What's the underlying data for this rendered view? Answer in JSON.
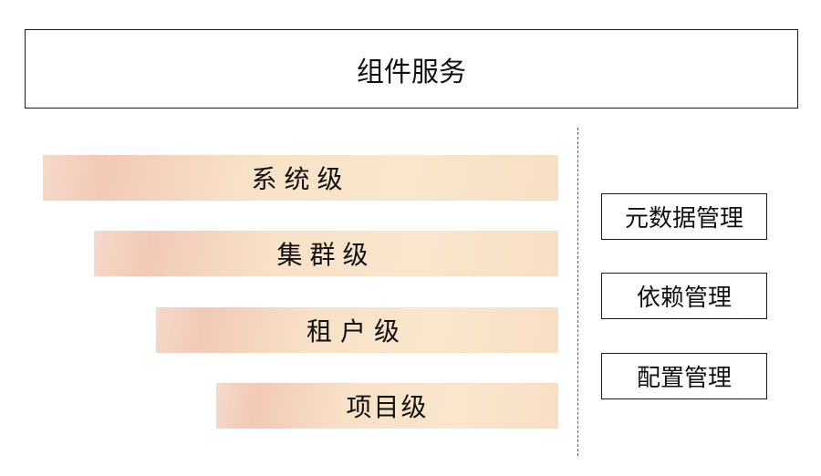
{
  "title": "组件服务",
  "levels": [
    {
      "label": "系统级"
    },
    {
      "label": "集群级"
    },
    {
      "label": "租户级"
    },
    {
      "label": "项目级"
    }
  ],
  "management": [
    {
      "label": "元数据管理"
    },
    {
      "label": "依赖管理"
    },
    {
      "label": "配置管理"
    }
  ],
  "colors": {
    "border": "#1a1a1a",
    "divider": "#c0392b",
    "bar_fill": "#f8e2c7"
  }
}
